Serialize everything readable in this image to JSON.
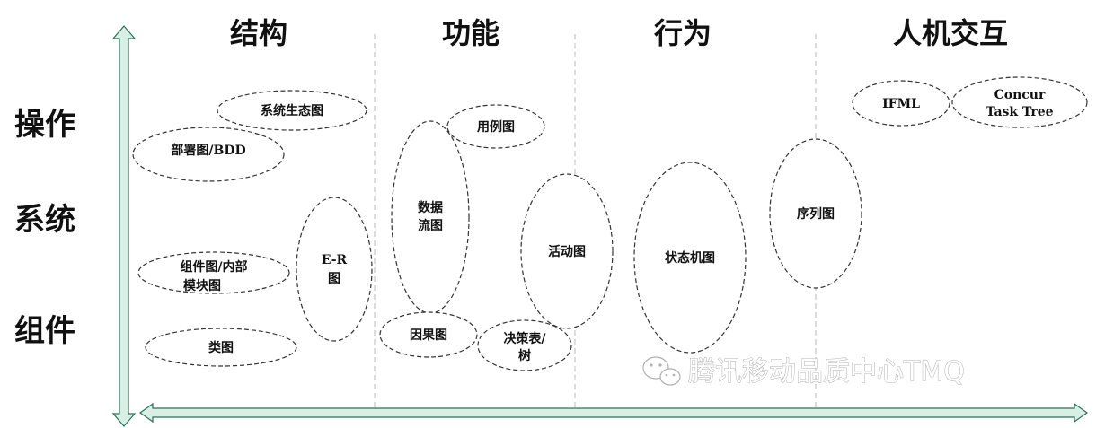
{
  "columns": {
    "structure": "结构",
    "function": "功能",
    "behavior": "行为",
    "interaction": "人机交互"
  },
  "rows": {
    "operation": "操作",
    "system": "系统",
    "component": "组件"
  },
  "nodes": {
    "ecosystem": [
      "系统生态图"
    ],
    "deployment": [
      "部署图/BDD"
    ],
    "component_module": [
      "组件图/内部",
      "模块图"
    ],
    "class": [
      "类图"
    ],
    "er": [
      "E-R",
      "图"
    ],
    "use_case": [
      "用例图"
    ],
    "data_flow": [
      "数据",
      "流图"
    ],
    "cause_effect": [
      "因果图"
    ],
    "decision_table": [
      "决策表/",
      "树"
    ],
    "activity": [
      "活动图"
    ],
    "state_machine": [
      "状态机图"
    ],
    "sequence": [
      "序列图"
    ],
    "ifml": [
      "IFML"
    ],
    "concur_task_tree": [
      "Concur",
      "Task Tree"
    ]
  },
  "watermark": "腾讯移动品质中心TMQ",
  "colors": {
    "axis_fill": "#d8efe6",
    "axis_stroke": "#2f6f5a",
    "ellipse_stroke": "#333333",
    "divider": "#b8b8b8"
  }
}
